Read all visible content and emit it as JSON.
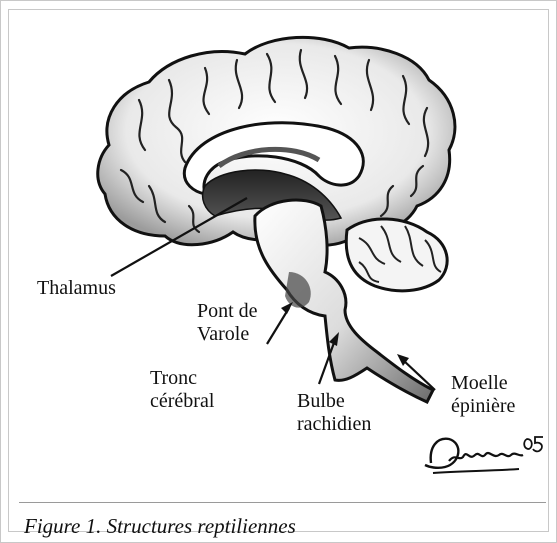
{
  "labels": {
    "thalamus": "Thalamus",
    "pont_line1": "Pont de",
    "pont_line2": "Varole",
    "tronc_line1": "Tronc",
    "tronc_line2": "cérébral",
    "bulbe_line1": "Bulbe",
    "bulbe_line2": "rachidien",
    "moelle_line1": "Moelle",
    "moelle_line2": "épinière"
  },
  "signature": "Dwidson 05",
  "caption": "Figure 1. Structures reptiliennes",
  "colors": {
    "ink": "#111111",
    "dark_tissue": "#3c3c3c",
    "mid_tissue": "#8a8a8a",
    "light_tissue": "#f2f2f2",
    "border": "#c8c8c8"
  }
}
